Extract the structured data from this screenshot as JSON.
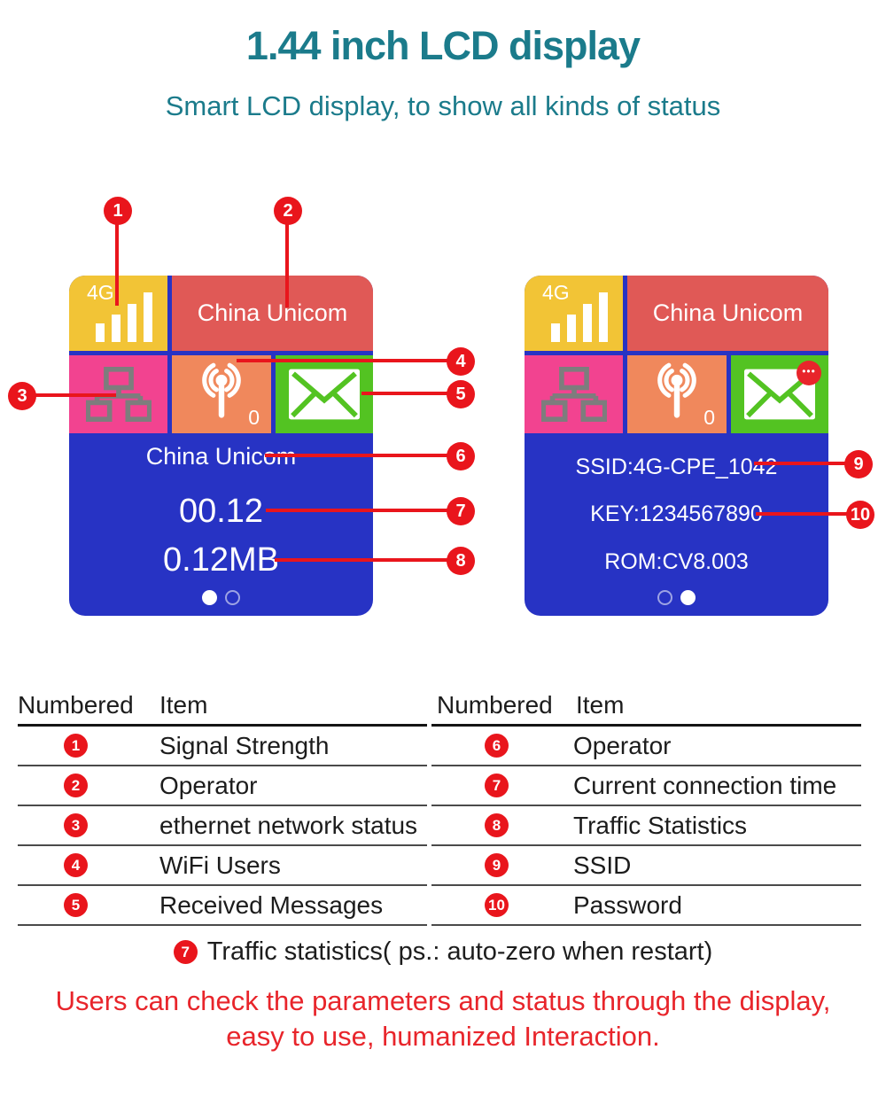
{
  "header": {
    "title": "1.44 inch LCD display",
    "subtitle": "Smart LCD display, to show all kinds of status"
  },
  "colors": {
    "teal": "#1b7b8b",
    "callout-red": "#e9151c",
    "tile-yellow": "#f2c436",
    "tile-red": "#e05956",
    "tile-pink": "#f24390",
    "tile-orange": "#f0885c",
    "tile-green": "#53c322",
    "lcd-blue": "#2733c4",
    "icon-gray": "#7d7d7d"
  },
  "screen1": {
    "signal_label": "4G",
    "operator": "China Unicom",
    "wifi_users": "0",
    "line1": "China Unicom",
    "line2": "00.12",
    "line3": "0.12MB",
    "active_page": 1
  },
  "screen2": {
    "signal_label": "4G",
    "operator": "China Unicom",
    "wifi_users": "0",
    "has_message_badge": true,
    "badge_glyph": "•••",
    "line1": "SSID:4G-CPE_1042",
    "line2": "KEY:1234567890",
    "line3": "ROM:CV8.003",
    "active_page": 2
  },
  "callouts": [
    "1",
    "2",
    "3",
    "4",
    "5",
    "6",
    "7",
    "8",
    "9",
    "10"
  ],
  "tables": {
    "left": {
      "headers": [
        "Numbered",
        "Item"
      ],
      "rows": [
        {
          "num": "1",
          "item": "Signal Strength"
        },
        {
          "num": "2",
          "item": "Operator"
        },
        {
          "num": "3",
          "item": "ethernet network status"
        },
        {
          "num": "4",
          "item": "WiFi Users"
        },
        {
          "num": "5",
          "item": "Received Messages"
        }
      ]
    },
    "right": {
      "headers": [
        "Numbered",
        "Item"
      ],
      "rows": [
        {
          "num": "6",
          "item": "Operator"
        },
        {
          "num": "7",
          "item": "Current connection time"
        },
        {
          "num": "8",
          "item": "Traffic Statistics"
        },
        {
          "num": "9",
          "item": "SSID"
        },
        {
          "num": "10",
          "item": "Password"
        }
      ]
    }
  },
  "note": {
    "num": "7",
    "text": "Traffic statistics( ps.: auto-zero when restart)"
  },
  "footer": {
    "line1": "Users can check the parameters and status through the display,",
    "line2": "easy to use, humanized Interaction."
  }
}
